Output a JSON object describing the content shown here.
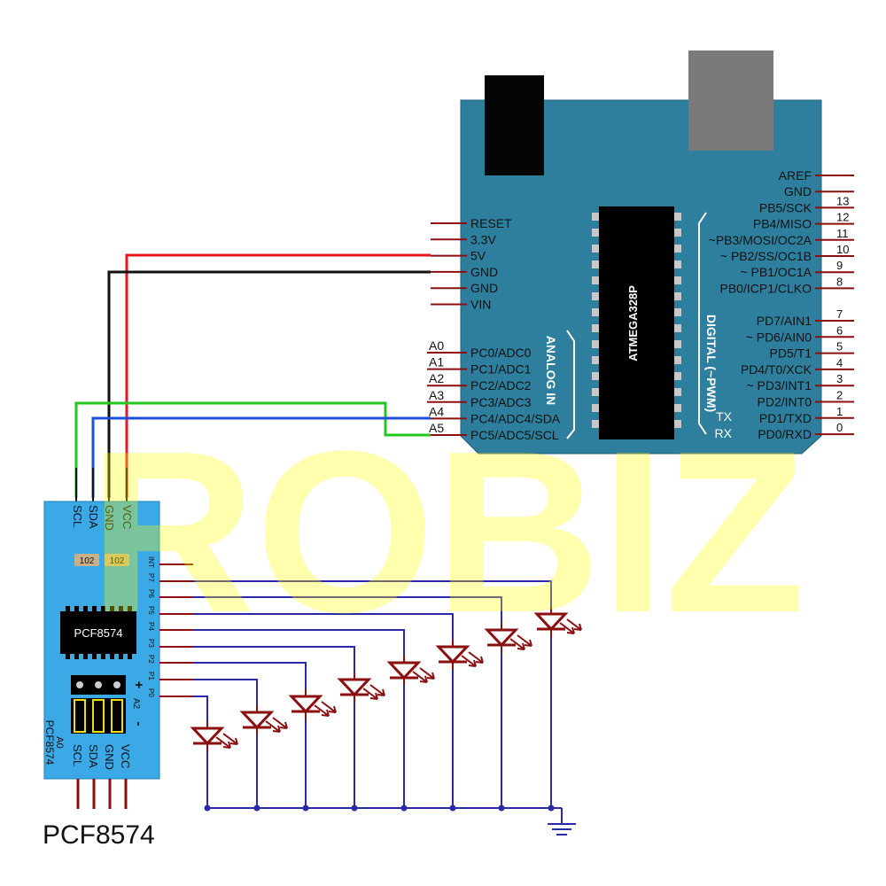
{
  "arduino": {
    "chip": "ATMEGA328P",
    "left_power": [
      "RESET",
      "3.3V",
      "5V",
      "GND",
      "GND",
      "VIN"
    ],
    "analog_title": "ANALOG IN",
    "analog": [
      {
        "a": "A0",
        "label": "PC0/ADC0"
      },
      {
        "a": "A1",
        "label": "PC1/ADC1"
      },
      {
        "a": "A2",
        "label": "PC2/ADC2"
      },
      {
        "a": "A3",
        "label": "PC3/ADC3"
      },
      {
        "a": "A4",
        "label": "PC4/ADC4/SDA"
      },
      {
        "a": "A5",
        "label": "PC5/ADC5/SCL"
      }
    ],
    "right_top": [
      {
        "label": "AREF",
        "num": ""
      },
      {
        "label": "GND",
        "num": ""
      },
      {
        "label": "PB5/SCK",
        "num": "13"
      },
      {
        "label": "PB4/MISO",
        "num": "12"
      },
      {
        "label": "~PB3/MOSI/OC2A",
        "num": "11"
      },
      {
        "label": "~ PB2/SS/OC1B",
        "num": "10"
      },
      {
        "label": "~ PB1/OC1A",
        "num": "9"
      },
      {
        "label": "PB0/ICP1/CLKO",
        "num": "8"
      }
    ],
    "digital_title": "DIGITAL (~PWM)",
    "right_bottom": [
      {
        "label": "PD7/AIN1",
        "num": "7"
      },
      {
        "label": "~ PD6/AIN0",
        "num": "6"
      },
      {
        "label": "PD5/T1",
        "num": "5"
      },
      {
        "label": "PD4/T0/XCK",
        "num": "4"
      },
      {
        "label": "~ PD3/INT1",
        "num": "3"
      },
      {
        "label": "PD2/INT0",
        "num": "2"
      },
      {
        "label": "PD1/TXD",
        "num": "1"
      },
      {
        "label": "PD0/RXD",
        "num": "0"
      }
    ],
    "tx": "TX",
    "rx": "RX"
  },
  "module": {
    "top_pins": [
      "SCL",
      "SDA",
      "GND",
      "VCC"
    ],
    "resistors": [
      "102",
      "102"
    ],
    "chip": "PCF8574",
    "port_pins": [
      "INT",
      "P7",
      "P6",
      "P5",
      "P4",
      "P3",
      "P2",
      "P1",
      "P0"
    ],
    "jumper_labels": [
      "+",
      "A2",
      "-"
    ],
    "side_labels": [
      "A0",
      "PCF8574"
    ],
    "bottom_pins": [
      "SCL",
      "SDA",
      "GND",
      "VCC"
    ],
    "caption": "PCF8574"
  },
  "watermark": "ROBIZ",
  "colors": {
    "board": "#2e7f9e",
    "wire_red": "#e8141e",
    "wire_black": "#111111",
    "wire_green": "#22c81e",
    "wire_blue": "#1e4fd8",
    "led": "#8b0f0f",
    "led_wire": "#2a2aa8",
    "module": "#3aa9e6"
  }
}
